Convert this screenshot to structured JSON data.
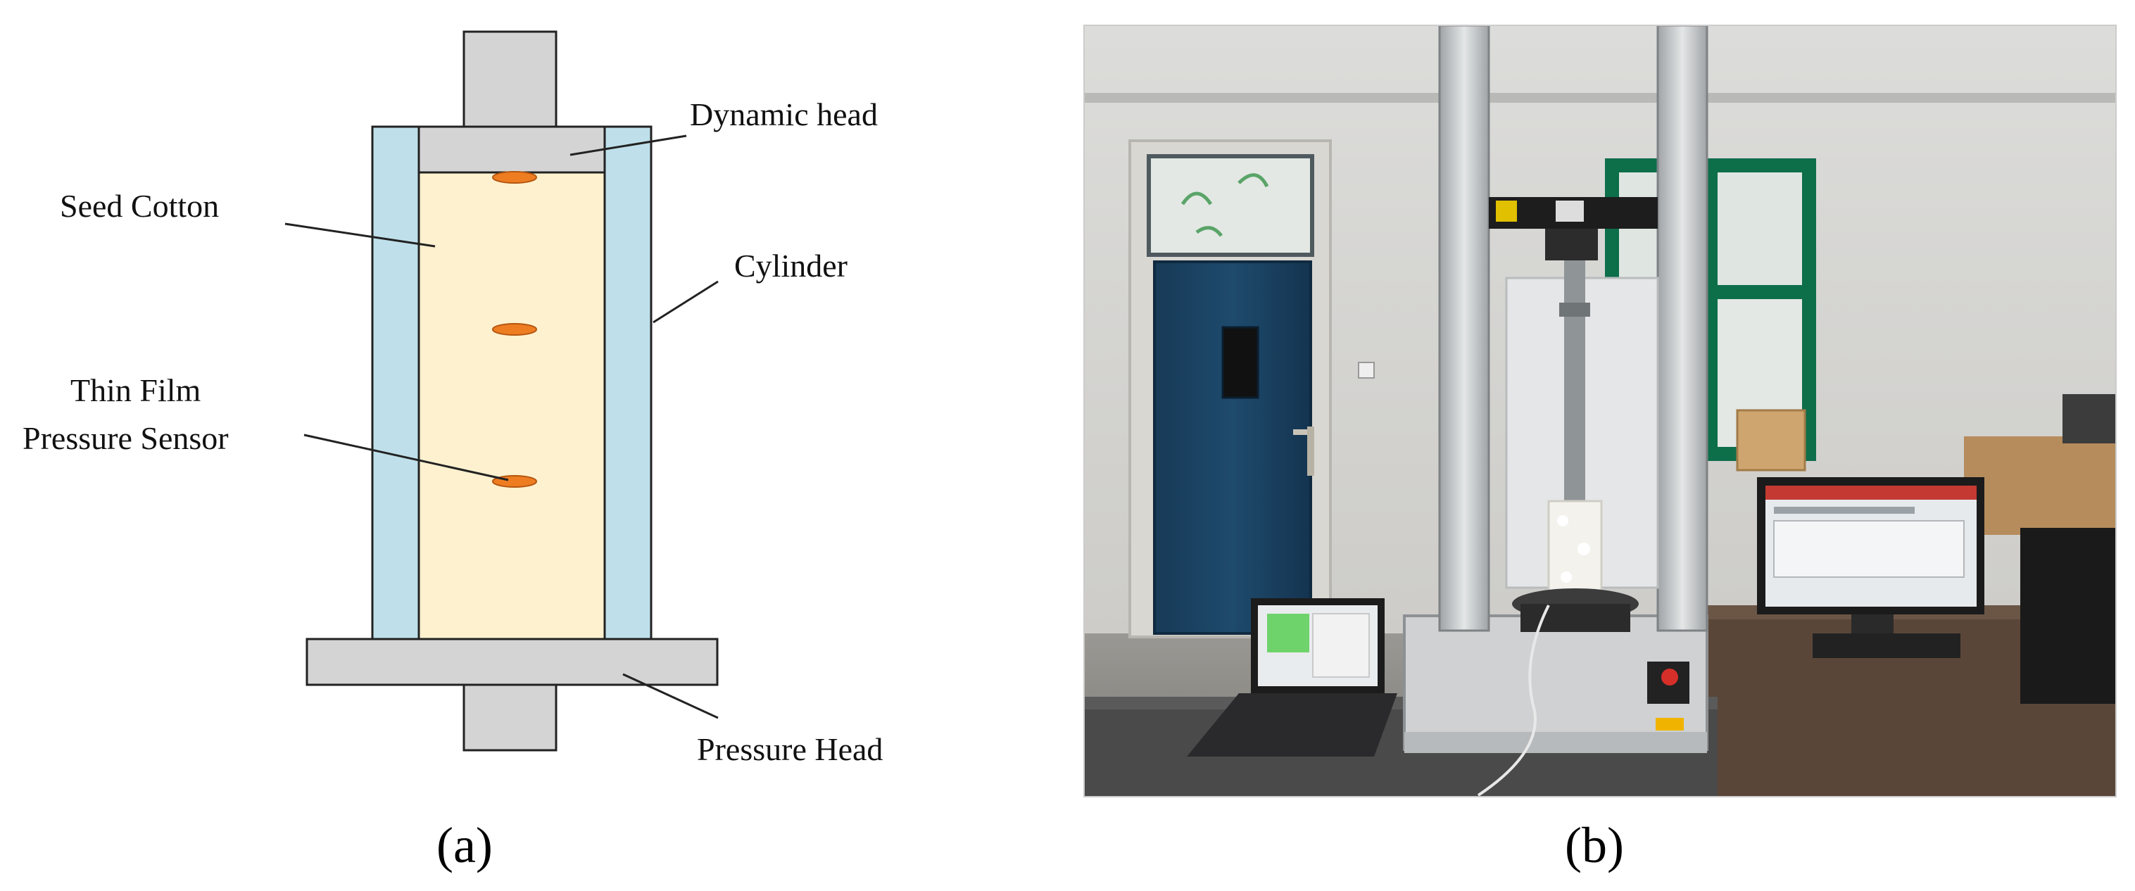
{
  "panel_a": {
    "caption": "(a)",
    "labels": {
      "dynamic_head": "Dynamic head",
      "seed_cotton": "Seed Cotton",
      "cylinder": "Cylinder",
      "sensor_line1": "Thin Film",
      "sensor_line2": "Pressure Sensor",
      "pressure_head": "Pressure Head"
    },
    "colors": {
      "cylinder_wall": "#bfe0ea",
      "seed_cotton_fill": "#fdf1cf",
      "head_gray": "#d4d4d4",
      "sensor_orange": "#ee7d22",
      "outline": "#222222"
    }
  },
  "panel_b": {
    "caption": "(b)",
    "photo_subject": "universal testing machine with cotton sample, laptop and monitor"
  }
}
